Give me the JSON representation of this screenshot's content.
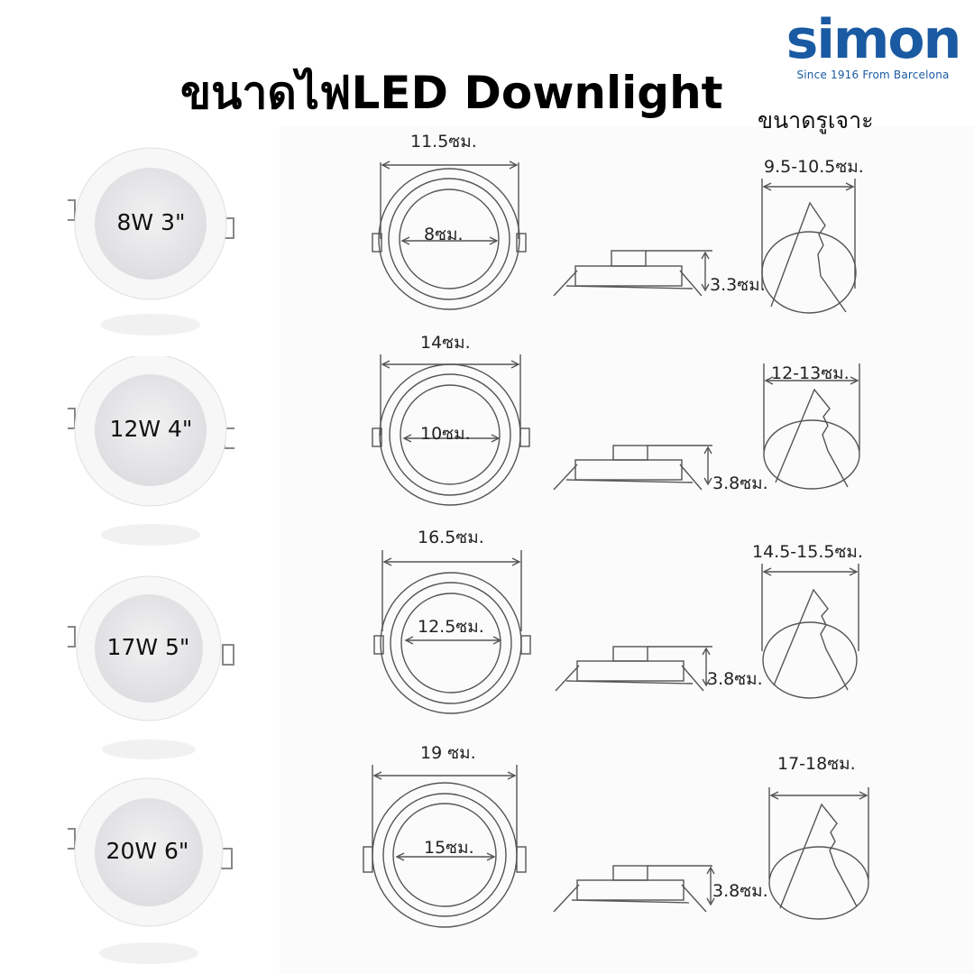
{
  "title": "ขนาดไฟLED Downlight",
  "brand": {
    "name": "simon",
    "tagline": "Since 1916 From Barcelona",
    "color": "#1a5aa2"
  },
  "hole_size_header": "ขนาดรูเจาะ",
  "rows": [
    {
      "product_label": "8W 3\"",
      "outer_diameter": "11.5ซม.",
      "inner_diameter": "8ซม.",
      "height": "3.3ซม.",
      "cutout": "9.5-10.5ซม."
    },
    {
      "product_label": "12W 4\"",
      "outer_diameter": "14ซม.",
      "inner_diameter": "10ซม.",
      "height": "3.8ซม.",
      "cutout": "12-13ซม."
    },
    {
      "product_label": "17W 5\"",
      "outer_diameter": "16.5ซม.",
      "inner_diameter": "12.5ซม.",
      "height": "3.8ซม.",
      "cutout": "14.5-15.5ซม."
    },
    {
      "product_label": "20W 6\"",
      "outer_diameter": "19 ซม.",
      "inner_diameter": "15ซม.",
      "height": "3.8ซม.",
      "cutout": "17-18ซม."
    }
  ],
  "colors": {
    "line": "#555555",
    "text": "#111111",
    "panel": "#e9e9ec"
  }
}
